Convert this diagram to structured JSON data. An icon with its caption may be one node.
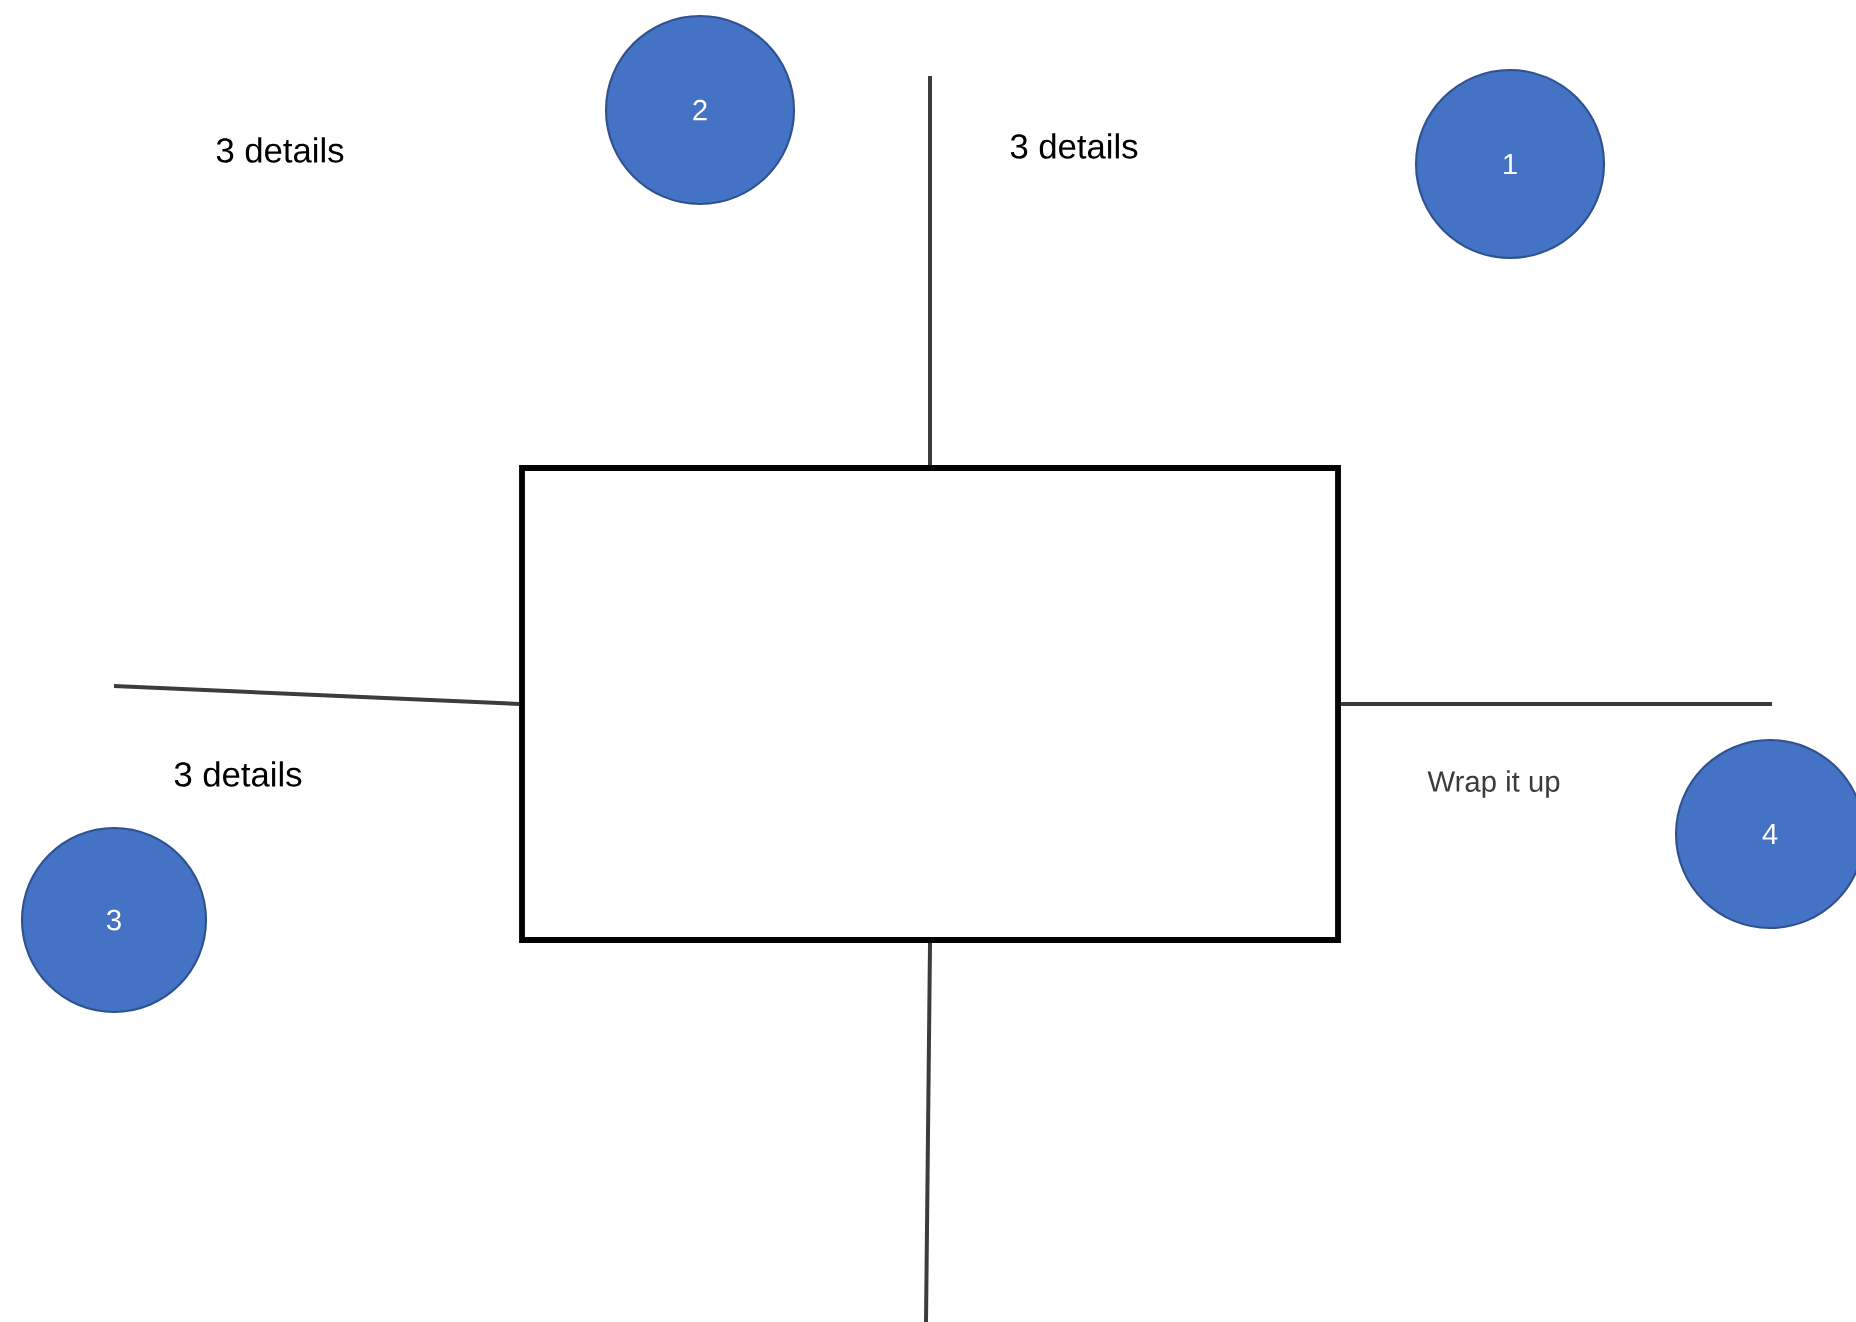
{
  "diagram": {
    "nodes": [
      {
        "text": [
          "2"
        ]
      },
      {
        "text": [
          "1"
        ]
      },
      {
        "text": [],
        "shape": "box"
      },
      {
        "text": [
          "4"
        ]
      },
      {
        "text": [
          "3"
        ]
      }
    ],
    "edges": [
      {
        "from": 2,
        "to": null,
        "arrow": "none"
      },
      {
        "from": 2,
        "to": null,
        "arrow": "none"
      },
      {
        "from": 2,
        "to": null,
        "arrow": "none"
      },
      {
        "from": 2,
        "to": null,
        "arrow": "none"
      }
    ],
    "labels": [
      "3 details",
      "3 details",
      "3 details",
      "Wrap it up"
    ]
  }
}
